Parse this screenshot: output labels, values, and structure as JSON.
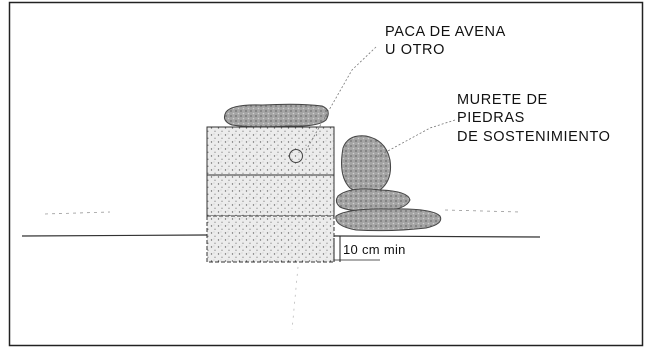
{
  "diagram": {
    "label_bale": [
      "PACA DE AVENA",
      "U OTRO"
    ],
    "label_wall": [
      "MURETE DE",
      "PIEDRAS",
      "DE SOSTENIMIENTO"
    ],
    "dimension": "10 cm min",
    "colors": {
      "ink": "#111111",
      "stone_fill": "#9a9a9a",
      "bale_fill": "#e6e6e6",
      "frame": "#222222"
    }
  }
}
